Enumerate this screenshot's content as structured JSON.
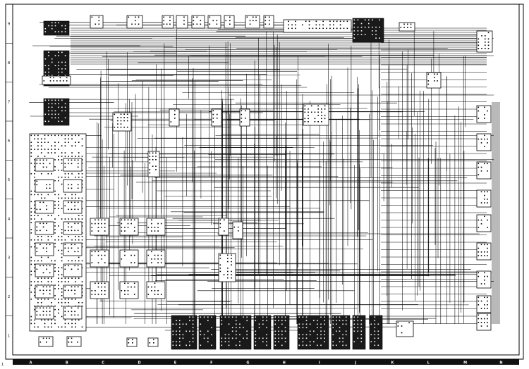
{
  "sheet": {
    "background": "#ffffff",
    "ink": "#000000",
    "columns": [
      "A",
      "B",
      "C",
      "D",
      "E",
      "F",
      "G",
      "H",
      "I",
      "J",
      "K",
      "L",
      "M",
      "N"
    ],
    "rows": [
      "9",
      "8",
      "7",
      "6",
      "5",
      "4",
      "3",
      "2",
      "1"
    ],
    "stamp": "",
    "corner_mark": "1"
  },
  "components": {
    "count_left_column": 9,
    "count_center_grid": 12,
    "count_right_connectors": 9,
    "count_bottom_terminal_blocks": 10,
    "count_top_connectors": 12
  }
}
